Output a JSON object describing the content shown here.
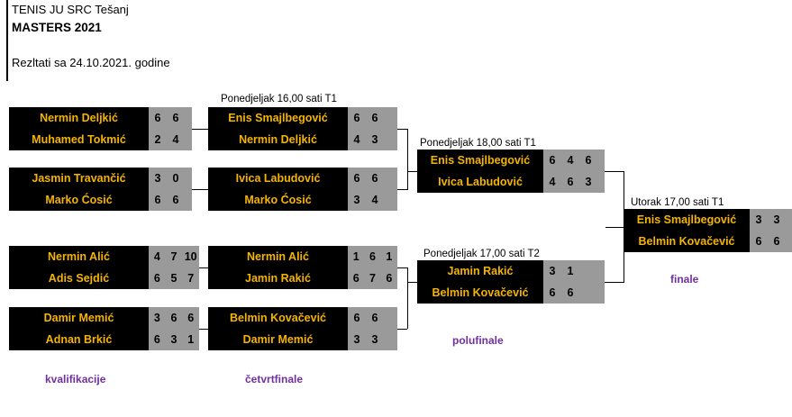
{
  "header": {
    "club": "TENIS JU SRC Tešanj",
    "title": "MASTERS 2021",
    "results_line": "Rezltati sa 24.10.2021. godine"
  },
  "round_labels": {
    "qualifying": "kvalifikacije",
    "quarterfinal": "četvrtfinale",
    "semifinal": "polufinale",
    "final": "finale"
  },
  "colors": {
    "player_name": "#f5b400",
    "name_background": "#000000",
    "score_background": "#9a9a9a",
    "round_label": "#7030a0",
    "page_background": "#ffffff"
  },
  "rounds": {
    "qualifying": {
      "label": "kvalifikacije",
      "matches": [
        {
          "id": "q1",
          "schedule": "",
          "players": [
            {
              "name": "Nermin Deljkić",
              "scores": [
                "6",
                "6"
              ]
            },
            {
              "name": "Muhamed Tokmić",
              "scores": [
                "2",
                "4"
              ]
            }
          ]
        },
        {
          "id": "q2",
          "schedule": "",
          "players": [
            {
              "name": "Jasmin Travančić",
              "scores": [
                "3",
                "0"
              ]
            },
            {
              "name": "Marko Ćosić",
              "scores": [
                "6",
                "6"
              ]
            }
          ]
        },
        {
          "id": "q3",
          "schedule": "",
          "players": [
            {
              "name": "Nermin Alić",
              "scores": [
                "4",
                "7",
                "10"
              ]
            },
            {
              "name": "Adis Sejdić",
              "scores": [
                "6",
                "5",
                "7"
              ]
            }
          ]
        },
        {
          "id": "q4",
          "schedule": "",
          "players": [
            {
              "name": "Damir Memić",
              "scores": [
                "3",
                "6",
                "6"
              ]
            },
            {
              "name": "Adnan Brkić",
              "scores": [
                "6",
                "3",
                "1"
              ]
            }
          ]
        }
      ]
    },
    "quarterfinal": {
      "label": "četvrtfinale",
      "matches": [
        {
          "id": "qf1",
          "schedule": "Ponedjeljak 16,00 sati T1",
          "players": [
            {
              "name": "Enis Smajlbegović",
              "scores": [
                "6",
                "6"
              ]
            },
            {
              "name": "Nermin Deljkić",
              "scores": [
                "4",
                "3"
              ]
            }
          ]
        },
        {
          "id": "qf2",
          "schedule": "",
          "players": [
            {
              "name": "Ivica Labudović",
              "scores": [
                "6",
                "6"
              ]
            },
            {
              "name": "Marko Ćosić",
              "scores": [
                "3",
                "4"
              ]
            }
          ]
        },
        {
          "id": "qf3",
          "schedule": "",
          "players": [
            {
              "name": "Nermin Alić",
              "scores": [
                "1",
                "6",
                "1"
              ]
            },
            {
              "name": "Jamin Rakić",
              "scores": [
                "6",
                "7",
                "6"
              ]
            }
          ]
        },
        {
          "id": "qf4",
          "schedule": "",
          "players": [
            {
              "name": "Belmin Kovačević",
              "scores": [
                "6",
                "6"
              ]
            },
            {
              "name": "Damir Memić",
              "scores": [
                "3",
                "3"
              ]
            }
          ]
        }
      ]
    },
    "semifinal": {
      "label": "polufinale",
      "matches": [
        {
          "id": "sf1",
          "schedule": "Ponedjeljak 18,00 sati T1",
          "players": [
            {
              "name": "Enis Smajlbegović",
              "scores": [
                "6",
                "4",
                "6"
              ]
            },
            {
              "name": "Ivica Labudović",
              "scores": [
                "4",
                "6",
                "3"
              ]
            }
          ]
        },
        {
          "id": "sf2",
          "schedule": "Ponedjeljak 17,00 sati T2",
          "players": [
            {
              "name": "Jamin Rakić",
              "scores": [
                "3",
                "1"
              ]
            },
            {
              "name": "Belmin Kovačević",
              "scores": [
                "6",
                "6"
              ]
            }
          ]
        }
      ]
    },
    "final": {
      "label": "finale",
      "matches": [
        {
          "id": "f1",
          "schedule": "Utorak 17,00 sati T1",
          "players": [
            {
              "name": "Enis Smajlbegović",
              "scores": [
                "3",
                "3"
              ]
            },
            {
              "name": "Belmin Kovačević",
              "scores": [
                "6",
                "6"
              ]
            }
          ]
        }
      ]
    }
  }
}
